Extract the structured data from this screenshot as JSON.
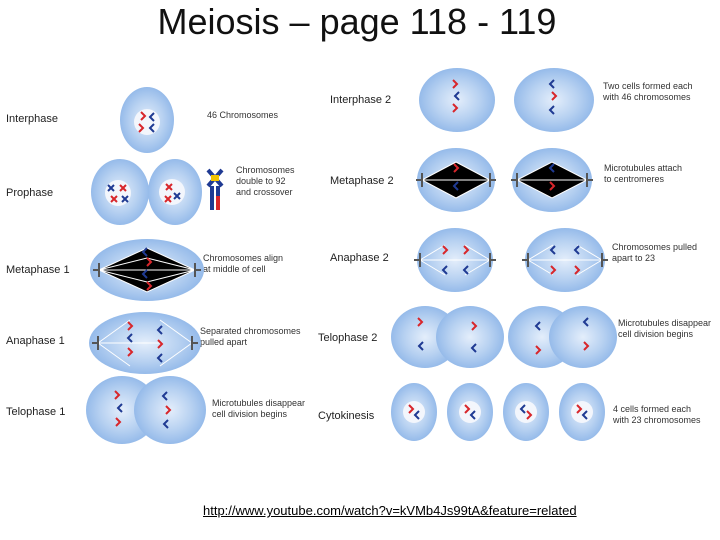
{
  "title": "Meiosis – page 118 - 119",
  "colors": {
    "cell": "#a9c8ee",
    "nucleus_light": "#f3f6fc",
    "spindle": "#ffffff",
    "chrom_red": "#d8262b",
    "chrom_blue": "#1f3a93",
    "centrosome": "#555555"
  },
  "phases_left": [
    {
      "label": "Interphase",
      "note": [
        "46 Chromosomes"
      ]
    },
    {
      "label": "Prophase",
      "note": [
        "Chromosomes",
        "double to 92",
        "and crossover"
      ]
    },
    {
      "label": "Metaphase 1",
      "note": [
        "Chromosomes align",
        "at middle of cell"
      ]
    },
    {
      "label": "Anaphase 1",
      "note": [
        "Separated chromosomes",
        "pulled apart"
      ]
    },
    {
      "label": "Telophase 1",
      "note": [
        "Microtubules disappear",
        "cell division begins"
      ]
    }
  ],
  "phases_right": [
    {
      "label": "Interphase 2",
      "note": [
        "Two cells formed each",
        "with 46 chromosomes"
      ]
    },
    {
      "label": "Metaphase 2",
      "note": [
        "Microtubules attach",
        "to centromeres"
      ]
    },
    {
      "label": "Anaphase 2",
      "note": [
        "Chromosomes pulled",
        "apart to 23"
      ]
    },
    {
      "label": "Telophase 2",
      "note": [
        "Microtubules disappear",
        "cell division begins"
      ]
    },
    {
      "label": "Cytokinesis",
      "note": [
        "4 cells formed each",
        "with 23 chromosomes"
      ]
    }
  ],
  "link": "http://www.youtube.com/watch?v=kVMb4Js99tA&feature=related"
}
